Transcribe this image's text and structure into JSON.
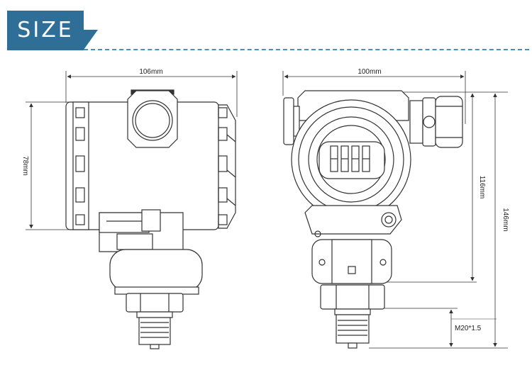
{
  "header": {
    "title": "SIZE"
  },
  "dimensions": {
    "side_width": "106mm",
    "side_height": "78mm",
    "front_width": "100mm",
    "front_body_height": "116mm",
    "front_total_height": "146mm",
    "thread": "M20*1.5"
  },
  "colors": {
    "banner": "#2f6f97",
    "accent_line": "#4a8fb5",
    "stroke": "#333333"
  }
}
